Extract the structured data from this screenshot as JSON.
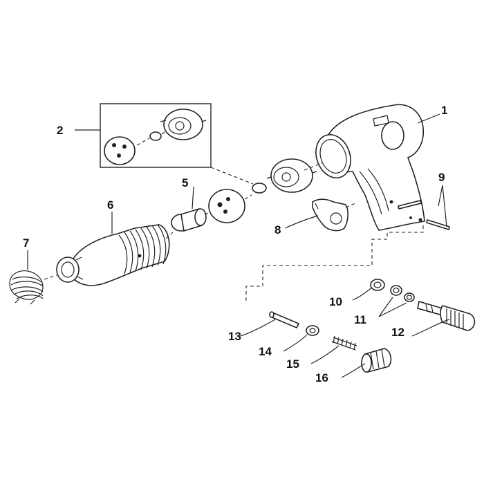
{
  "callouts": [
    {
      "id": "1",
      "text": "1"
    },
    {
      "id": "2",
      "text": "2"
    },
    {
      "id": "5",
      "text": "5"
    },
    {
      "id": "6",
      "text": "6"
    },
    {
      "id": "7",
      "text": "7"
    },
    {
      "id": "8",
      "text": "8"
    },
    {
      "id": "9",
      "text": "9"
    },
    {
      "id": "10",
      "text": "10"
    },
    {
      "id": "11",
      "text": "11"
    },
    {
      "id": "12",
      "text": "12"
    },
    {
      "id": "13",
      "text": "13"
    },
    {
      "id": "14",
      "text": "14"
    },
    {
      "id": "15",
      "text": "15"
    },
    {
      "id": "16",
      "text": "16"
    }
  ],
  "colors": {
    "line": "#222222",
    "background": "#ffffff"
  }
}
